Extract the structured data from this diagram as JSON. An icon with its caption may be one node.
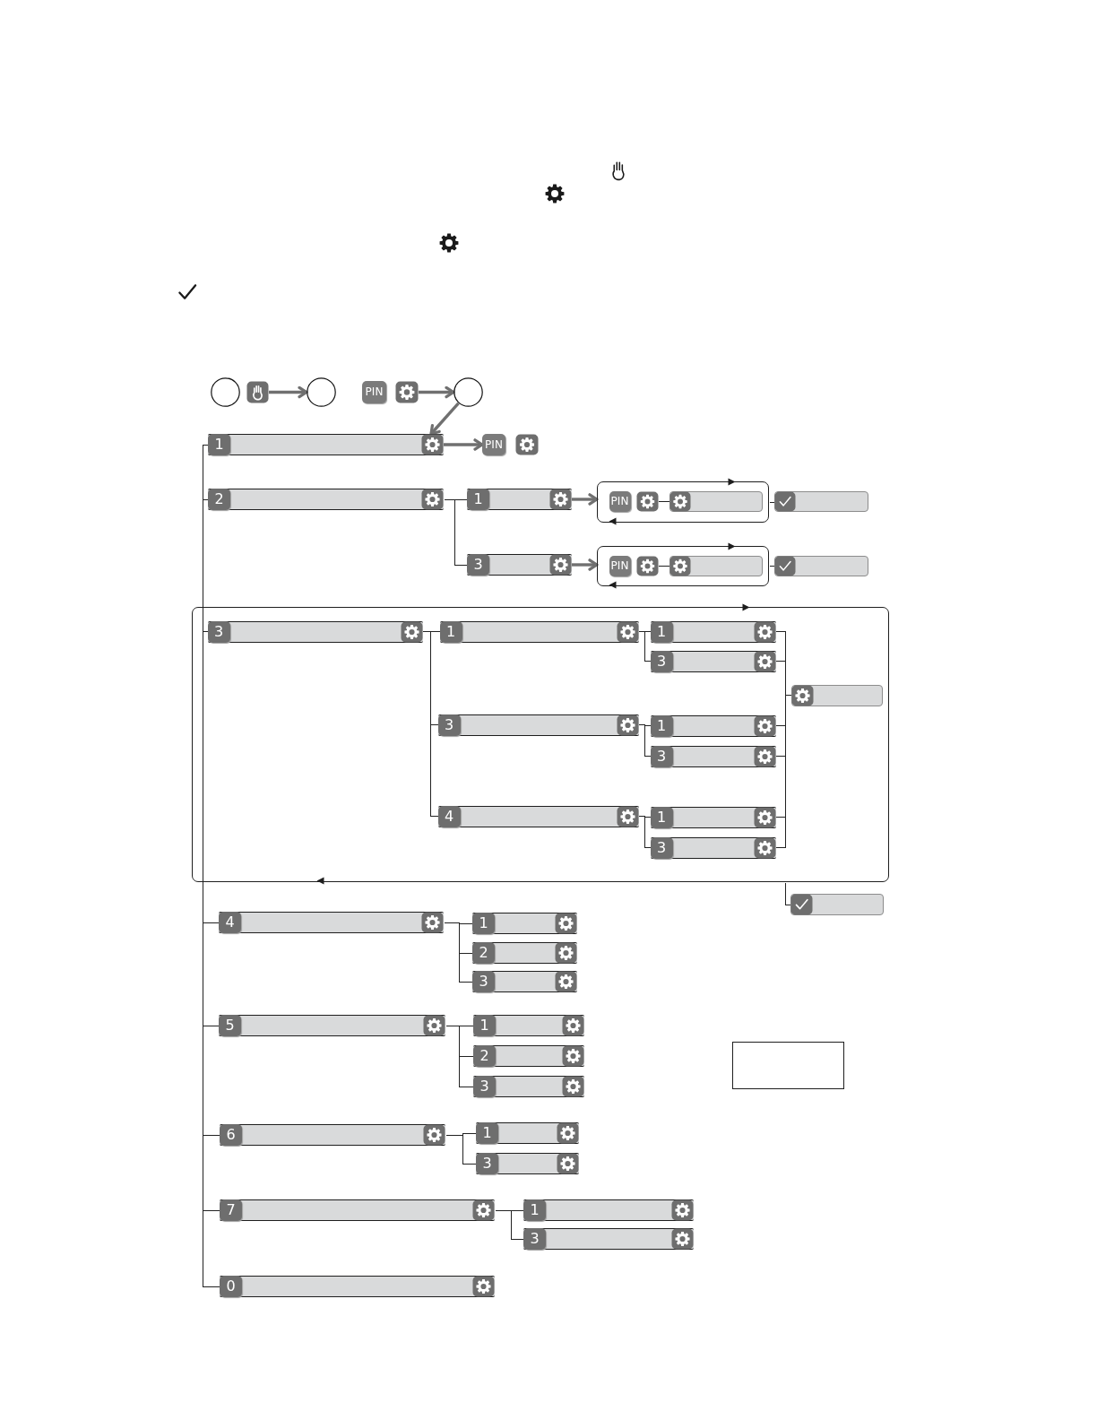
{
  "diagram": {
    "nodes": [
      {
        "text": [],
        "shape": "circle"
      },
      {
        "text": [],
        "shape": "box"
      },
      {
        "text": [],
        "shape": "circle"
      },
      {
        "text": [
          "PIN"
        ]
      },
      {
        "text": [],
        "shape": "box"
      },
      {
        "text": [],
        "shape": "circle"
      },
      {
        "text": [
          "1"
        ]
      },
      {
        "text": [
          "PIN"
        ]
      },
      {
        "text": [],
        "shape": "box"
      },
      {
        "text": [
          "2"
        ]
      },
      {
        "text": [
          "1"
        ]
      },
      {
        "text": [],
        "shape": "box"
      },
      {
        "text": [
          "PIN"
        ],
        "in": 11
      },
      {
        "text": [],
        "shape": "box",
        "in": 11
      },
      {
        "text": [],
        "shape": "bar",
        "in": 11
      },
      {
        "text": [],
        "shape": "bar"
      },
      {
        "text": [
          "3"
        ]
      },
      {
        "text": [],
        "shape": "box"
      },
      {
        "text": [
          "PIN"
        ],
        "in": 17
      },
      {
        "text": [],
        "shape": "box",
        "in": 17
      },
      {
        "text": [],
        "shape": "bar",
        "in": 17
      },
      {
        "text": [],
        "shape": "bar"
      },
      {
        "text": [],
        "shape": "box"
      },
      {
        "text": [
          "3"
        ],
        "in": 22
      },
      {
        "text": [
          "1"
        ],
        "in": 22
      },
      {
        "text": [
          "1"
        ],
        "in": 22
      },
      {
        "text": [
          "3"
        ],
        "in": 22
      },
      {
        "text": [],
        "shape": "bar",
        "in": 22
      },
      {
        "text": [
          "3"
        ],
        "in": 22
      },
      {
        "text": [
          "1"
        ],
        "in": 22
      },
      {
        "text": [
          "3"
        ],
        "in": 22
      },
      {
        "text": [
          "4"
        ],
        "in": 22
      },
      {
        "text": [
          "1"
        ],
        "in": 22
      },
      {
        "text": [
          "3"
        ],
        "in": 22
      },
      {
        "text": [],
        "shape": "bar"
      },
      {
        "text": [
          "4"
        ]
      },
      {
        "text": [
          "1"
        ]
      },
      {
        "text": [
          "2"
        ]
      },
      {
        "text": [
          "3"
        ]
      },
      {
        "text": [
          "5"
        ]
      },
      {
        "text": [
          "1"
        ]
      },
      {
        "text": [
          "2"
        ]
      },
      {
        "text": [
          "3"
        ]
      },
      {
        "text": [],
        "shape": "box"
      },
      {
        "text": [
          "6"
        ]
      },
      {
        "text": [
          "1"
        ]
      },
      {
        "text": [
          "3"
        ]
      },
      {
        "text": [
          "7"
        ]
      },
      {
        "text": [
          "1"
        ]
      },
      {
        "text": [
          "3"
        ]
      },
      {
        "text": [
          "0"
        ]
      }
    ],
    "edges": [
      {
        "from": 1,
        "to": 2,
        "arrow": "to",
        "style": "thick",
        "color": "#707070"
      },
      {
        "from": 4,
        "to": 5,
        "arrow": "to",
        "style": "thick",
        "color": "#707070"
      },
      {
        "from": 5,
        "to": 6,
        "arrow": "to",
        "style": "thick",
        "color": "#707070"
      },
      {
        "from": 6,
        "to": 7,
        "arrow": "to",
        "style": "thick",
        "color": "#707070"
      },
      {
        "from": 6,
        "to": 9,
        "arrow": "none"
      },
      {
        "from": 6,
        "to": 23,
        "arrow": "none"
      },
      {
        "from": 6,
        "to": 35,
        "arrow": "none"
      },
      {
        "from": 6,
        "to": 39,
        "arrow": "none"
      },
      {
        "from": 6,
        "to": 44,
        "arrow": "none"
      },
      {
        "from": 6,
        "to": 47,
        "arrow": "none"
      },
      {
        "from": 6,
        "to": 50,
        "arrow": "none"
      },
      {
        "from": 9,
        "to": 10,
        "arrow": "none"
      },
      {
        "from": 9,
        "to": 16,
        "arrow": "none"
      },
      {
        "from": 10,
        "to": 11,
        "arrow": "to",
        "style": "thick",
        "color": "#707070"
      },
      {
        "from": 13,
        "to": 14,
        "arrow": "none"
      },
      {
        "from": 11,
        "to": 15,
        "arrow": "none"
      },
      {
        "from": 16,
        "to": 17,
        "arrow": "to",
        "style": "thick",
        "color": "#707070"
      },
      {
        "from": 19,
        "to": 20,
        "arrow": "none"
      },
      {
        "from": 17,
        "to": 21,
        "arrow": "none"
      },
      {
        "from": 23,
        "to": 24,
        "arrow": "none"
      },
      {
        "from": 23,
        "to": 28,
        "arrow": "none"
      },
      {
        "from": 23,
        "to": 31,
        "arrow": "none"
      },
      {
        "from": 24,
        "to": 25,
        "arrow": "none"
      },
      {
        "from": 24,
        "to": 26,
        "arrow": "none"
      },
      {
        "from": 28,
        "to": 29,
        "arrow": "none"
      },
      {
        "from": 28,
        "to": 30,
        "arrow": "none"
      },
      {
        "from": 31,
        "to": 32,
        "arrow": "none"
      },
      {
        "from": 31,
        "to": 33,
        "arrow": "none"
      },
      {
        "from": 25,
        "to": 27,
        "arrow": "none"
      },
      {
        "from": 26,
        "to": 27,
        "arrow": "none"
      },
      {
        "from": 29,
        "to": 27,
        "arrow": "none"
      },
      {
        "from": 30,
        "to": 27,
        "arrow": "none"
      },
      {
        "from": 32,
        "to": 27,
        "arrow": "none"
      },
      {
        "from": 33,
        "to": 27,
        "arrow": "none"
      },
      {
        "from": 22,
        "to": 34,
        "arrow": "none"
      },
      {
        "from": 35,
        "to": 36,
        "arrow": "none"
      },
      {
        "from": 35,
        "to": 37,
        "arrow": "none"
      },
      {
        "from": 35,
        "to": 38,
        "arrow": "none"
      },
      {
        "from": 39,
        "to": 40,
        "arrow": "none"
      },
      {
        "from": 39,
        "to": 41,
        "arrow": "none"
      },
      {
        "from": 39,
        "to": 42,
        "arrow": "none"
      },
      {
        "from": 44,
        "to": 45,
        "arrow": "none"
      },
      {
        "from": 44,
        "to": 46,
        "arrow": "none"
      },
      {
        "from": 47,
        "to": 48,
        "arrow": "none"
      },
      {
        "from": 47,
        "to": 49,
        "arrow": "none"
      }
    ]
  }
}
